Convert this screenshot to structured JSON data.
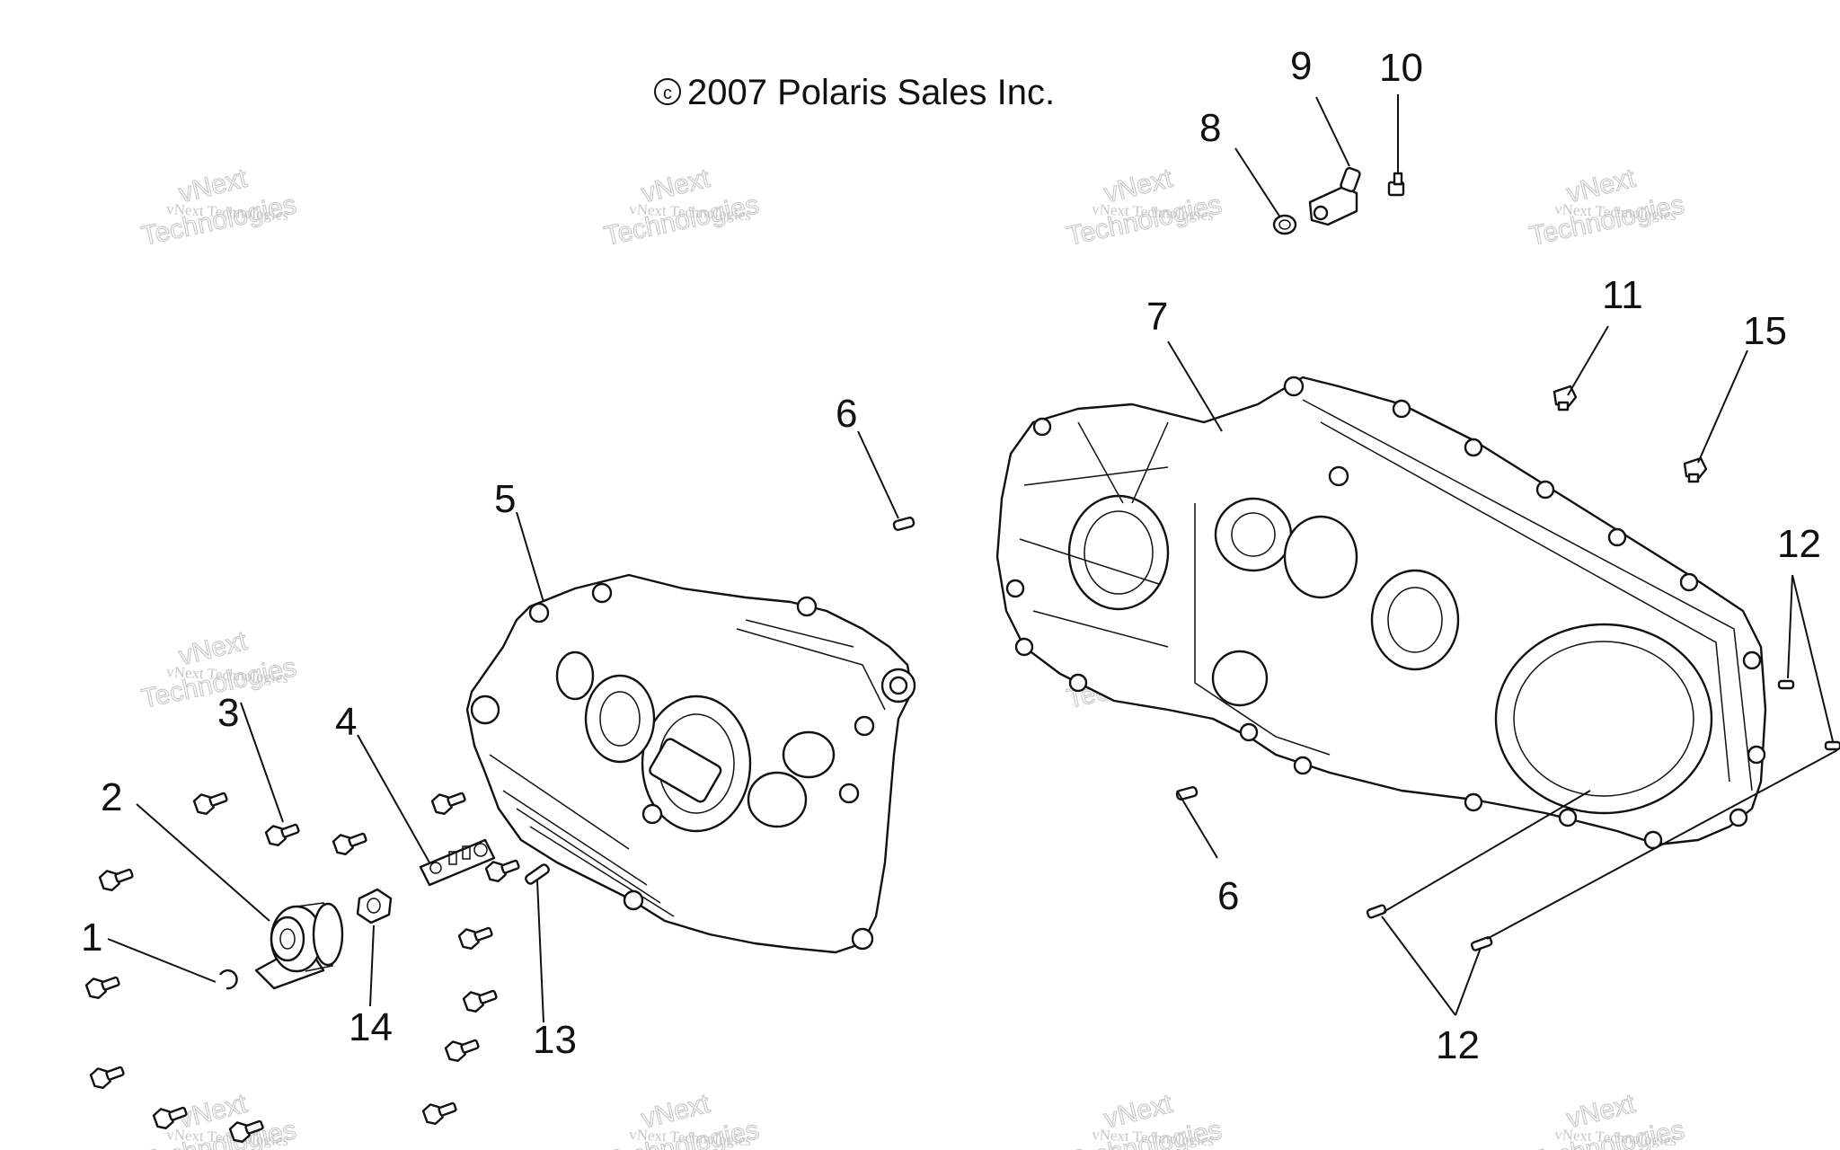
{
  "copyright": "2007 Polaris Sales Inc.",
  "copyright_symbol": "c",
  "watermark": {
    "line1": "vNext Technologies",
    "line2": "Technologies",
    "arc": "vNext"
  },
  "callouts": {
    "c1": "1",
    "c2": "2",
    "c3": "3",
    "c4": "4",
    "c5": "5",
    "c6a": "6",
    "c6b": "6",
    "c7": "7",
    "c8": "8",
    "c9": "9",
    "c10": "10",
    "c11": "11",
    "c12a": "12",
    "c12b": "12",
    "c13": "13",
    "c14": "14",
    "c15": "15"
  },
  "colors": {
    "ink": "#111111",
    "watermark": "#c8c8c8",
    "background": "#ffffff"
  }
}
